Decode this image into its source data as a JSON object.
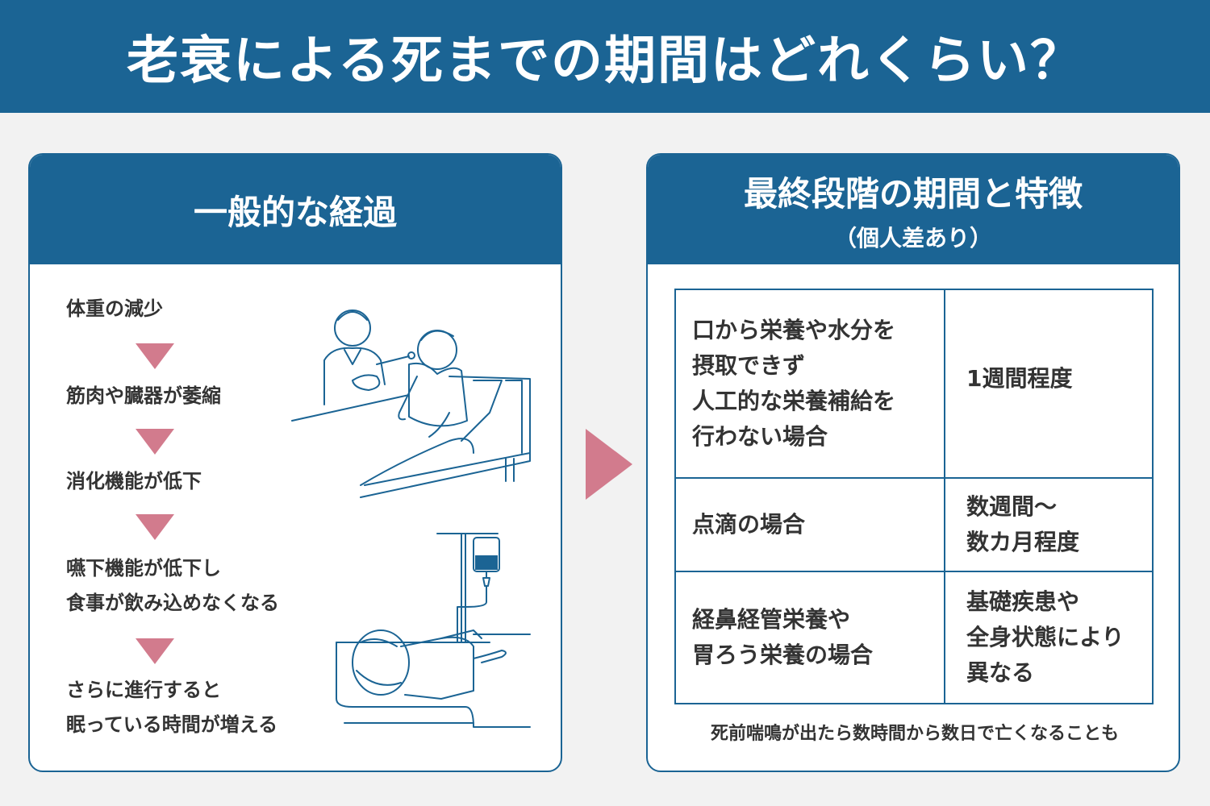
{
  "title": "老衰による死までの期間はどれくらい？",
  "left_panel": {
    "heading": "一般的な経過",
    "steps": [
      [
        "体重の減少"
      ],
      [
        "筋肉や臓器が萎縮"
      ],
      [
        "消化機能が低下"
      ],
      [
        "嚥下機能が低下し",
        "食事が飲み込めなくなる"
      ],
      [
        "さらに進行すると",
        "眠っている時間が増える"
      ]
    ]
  },
  "right_panel": {
    "heading": "最終段階の期間と特徴",
    "subheading": "（個人差あり）",
    "rows": [
      {
        "condition": [
          "口から栄養や水分を",
          "摂取できず",
          "人工的な栄養補給を",
          "行わない場合"
        ],
        "period": [
          "1週間程度"
        ]
      },
      {
        "condition": [
          "点滴の場合"
        ],
        "period": [
          "数週間～",
          "数カ月程度"
        ]
      },
      {
        "condition": [
          "経鼻経管栄養や",
          "胃ろう栄養の場合"
        ],
        "period": [
          "基礎疾患や",
          "全身状態により",
          "異なる"
        ]
      }
    ],
    "footnote": "死前喘鳴が出たら数時間から数日で亡くなることも"
  },
  "colors": {
    "primary": "#1b6494",
    "accent": "#d27b8d",
    "background": "#f2f2f2"
  },
  "icons": {
    "step_arrow": "triangle-down-icon",
    "flow_arrow": "triangle-right-icon",
    "illustration_1": "caregiver-feeding-illustration",
    "illustration_2": "iv-drip-patient-illustration"
  }
}
